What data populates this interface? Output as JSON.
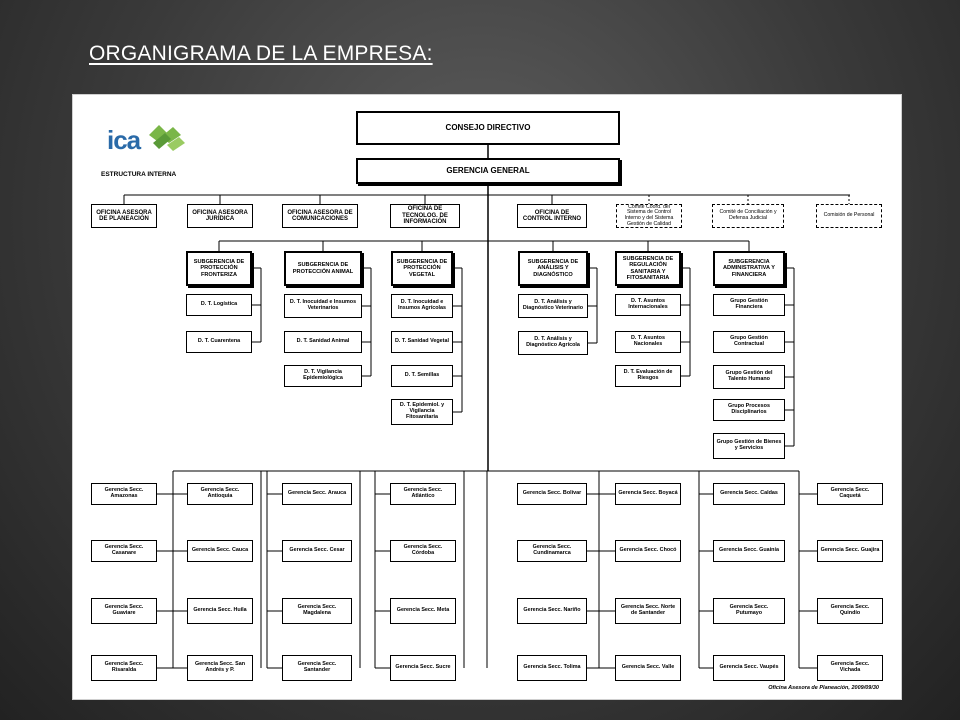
{
  "slide": {
    "title": "ORGANIGRAMA DE LA EMPRESA:"
  },
  "logo": {
    "text": "ica",
    "subtitle": "ESTRUCTURA INTERNA"
  },
  "footer": "Oficina Asesora de Planeación, 2009/09/30",
  "colors": {
    "background": "#3a3a3a",
    "logo_blue": "#2a6aa8",
    "logo_green": "#7ab648"
  },
  "top": {
    "consejo": "CONSEJO DIRECTIVO",
    "gerencia": "GERENCIA GENERAL"
  },
  "oficinas": [
    "OFICINA ASESORA DE PLANEACIÓN",
    "OFICINA ASESORA JURÍDICA",
    "OFICINA ASESORA DE COMUNICACIONES",
    "OFICINA DE TECNOLOG. DE INFORMACIÓN",
    "OFICINA DE CONTROL INTERNO"
  ],
  "comites": [
    "Comité Coord. del Sistema de Control Interno y del Sistema Gestión de Calidad",
    "Comité de Conciliación y Defensa Judicial",
    "Comisión de Personal"
  ],
  "subgerencias": [
    {
      "name": "SUBGERENCIA DE PROTECCIÓN FRONTERIZA",
      "units": [
        "D. T. Logística",
        "D. T. Cuarentena"
      ]
    },
    {
      "name": "SUBGERENCIA DE PROTECCIÓN ANIMAL",
      "units": [
        "D. T. Inocuidad e Insumos Veterinarios",
        "D. T. Sanidad Animal",
        "D. T. Vigilancia Epidemiológica"
      ]
    },
    {
      "name": "SUBGERENCIA DE PROTECCIÓN VEGETAL",
      "units": [
        "D. T. Inocuidad e Insumos Agrícolas",
        "D. T. Sanidad Vegetal",
        "D. T. Semillas",
        "D. T. Epidemiol. y Vigilancia Fitosanitaria"
      ]
    },
    {
      "name": "SUBGERENCIA DE ANÁLISIS Y DIAGNÓSTICO",
      "units": [
        "D. T. Análisis y Diagnóstico Veterinario",
        "D. T. Análisis y Diagnóstico Agrícola"
      ]
    },
    {
      "name": "SUBGERENCIA DE REGULACIÓN SANITARIA Y FITOSANITARIA",
      "units": [
        "D. T. Asuntos Internacionales",
        "D. T. Asuntos Nacionales",
        "D. T. Evaluación de Riesgos"
      ]
    },
    {
      "name": "SUBGERENCIA ADMINISTRATIVA Y FINANCIERA",
      "units": [
        "Grupo Gestión Financiera",
        "Grupo Gestión Contractual",
        "Grupo Gestión del Talento Humano",
        "Grupo Procesos Disciplinarios",
        "Grupo Gestión de Bienes y Servicios"
      ]
    }
  ],
  "seccionales": [
    [
      "Gerencia Secc. Amazonas",
      "Gerencia Secc. Casanare",
      "Gerencia Secc. Guaviare",
      "Gerencia Secc. Risaralda"
    ],
    [
      "Gerencia Secc. Antioquia",
      "Gerencia Secc. Cauca",
      "Gerencia Secc. Huila",
      "Gerencia Secc. San Andrés y P."
    ],
    [
      "Gerencia Secc. Arauca",
      "Gerencia Secc. Cesar",
      "Gerencia Secc. Magdalena",
      "Gerencia Secc. Santander"
    ],
    [
      "Gerencia Secc. Atlántico",
      "Gerencia Secc. Córdoba",
      "Gerencia Secc. Meta",
      "Gerencia Secc. Sucre"
    ],
    [
      "Gerencia Secc. Bolívar",
      "Gerencia Secc. Cundinamarca",
      "Gerencia Secc. Nariño",
      "Gerencia Secc. Tolima"
    ],
    [
      "Gerencia Secc. Boyacá",
      "Gerencia Secc. Chocó",
      "Gerencia Secc. Norte de Santander",
      "Gerencia Secc. Valle"
    ],
    [
      "Gerencia Secc. Caldas",
      "Gerencia Secc. Guainía",
      "Gerencia Secc. Putumayo",
      "Gerencia Secc. Vaupés"
    ],
    [
      "Gerencia Secc. Caquetá",
      "Gerencia Secc. Guajira",
      "Gerencia Secc. Quindío",
      "Gerencia Secc. Vichada"
    ]
  ]
}
